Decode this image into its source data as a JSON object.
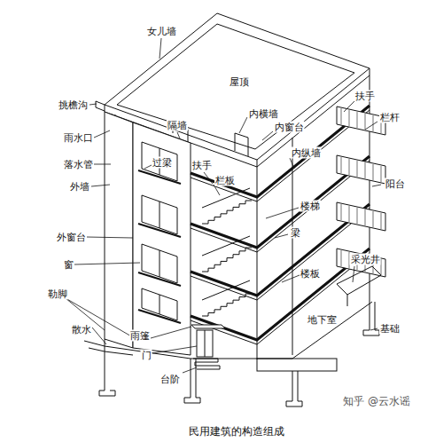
{
  "diagram": {
    "caption": "民用建筑的构造组成",
    "labels": [
      "女儿墙",
      "屋顶",
      "挑檐沟",
      "雨水口",
      "隔墙",
      "内横墙",
      "扶手",
      "栏杆",
      "落水管",
      "过梁",
      "内窗台",
      "外墙",
      "扶手",
      "栏板",
      "内纵墙",
      "阳台",
      "楼梯",
      "外窗台",
      "梁",
      "采光井",
      "窗",
      "楼板",
      "勒脚",
      "散水",
      "地下室",
      "雨篷",
      "基础",
      "门",
      "台阶",
      "知乎 @云水谣"
    ]
  }
}
